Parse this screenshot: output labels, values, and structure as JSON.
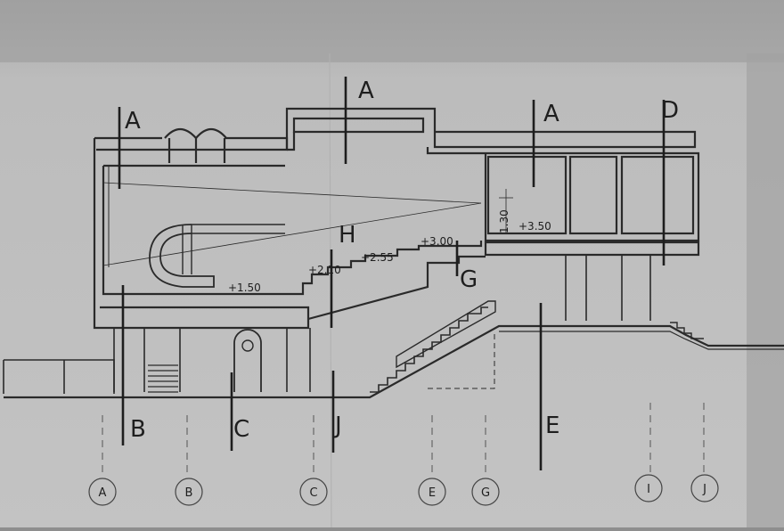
{
  "section_marks": {
    "a1": "A",
    "a2": "A",
    "a3": "A",
    "d": "D",
    "h": "H",
    "g": "G",
    "b": "B",
    "c": "C",
    "j": "J",
    "e": "E"
  },
  "levels": {
    "l150": "+1.50",
    "l210": "+2.10",
    "l255": "+2.55",
    "l300": "+3.00",
    "l350": "+3.50",
    "d130": "1.30"
  },
  "grid_axes": [
    "A",
    "B",
    "C",
    "E",
    "G",
    "I",
    "J"
  ],
  "colors": {
    "paper": "#bdbdbd",
    "ink": "#2a2a2a",
    "background": "#8e8e8e"
  }
}
